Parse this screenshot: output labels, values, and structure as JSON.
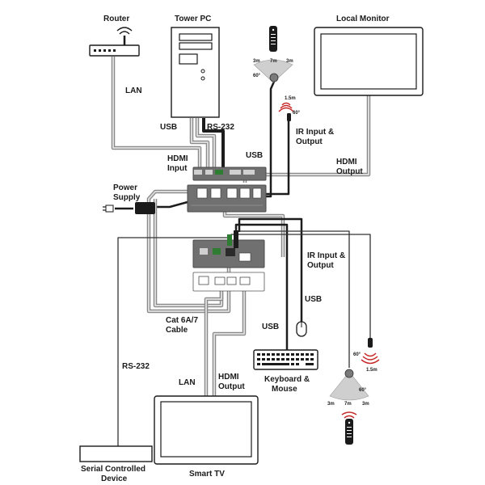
{
  "devices": {
    "router": "Router",
    "tower_pc": "Tower PC",
    "local_monitor": "Local Monitor",
    "smart_tv": "Smart TV",
    "serial_device_line1": "Serial Controlled",
    "serial_device_line2": "Device",
    "keyboard_line1": "Keyboard &",
    "keyboard_line2": "Mouse",
    "power_line1": "Power",
    "power_line2": "Supply"
  },
  "cables": {
    "lan_top": "LAN",
    "usb_pc": "USB",
    "rs232_pc": "RS-232",
    "usb_mid": "USB",
    "hdmi_input_line1": "HDMI",
    "hdmi_input_line2": "Input",
    "hdmi_output_top_line1": "HDMI",
    "hdmi_output_top_line2": "Output",
    "ir_top_line1": "IR Input &",
    "ir_top_line2": "Output",
    "ir_bottom_line1": "IR Input &",
    "ir_bottom_line2": "Output",
    "usb_rx": "USB",
    "usb_kb": "USB",
    "cat_line1": "Cat 6A/7",
    "cat_line2": "Cable",
    "rs232_left": "RS-232",
    "lan_bottom": "LAN",
    "hdmi_output_bottom_line1": "HDMI",
    "hdmi_output_bottom_line2": "Output"
  },
  "ir_ranges": {
    "top": {
      "left": "3m",
      "center": "7m",
      "right": "3m",
      "angle": "60°"
    },
    "emitter_top": {
      "distance": "1.5m",
      "angle": "60°"
    },
    "bottom": {
      "left": "3m",
      "center": "7m",
      "right": "3m",
      "angle": "60°"
    },
    "emitter_bottom": {
      "distance": "1.5m",
      "angle": "60°"
    }
  }
}
